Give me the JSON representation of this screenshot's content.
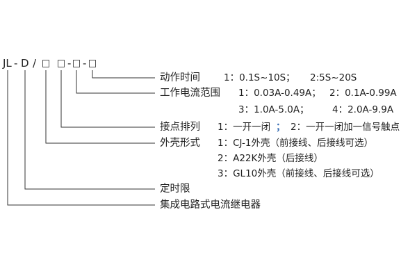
{
  "model_code": {
    "series": "JL",
    "dash_1": "-",
    "type": "D",
    "slash": "/",
    "dash_2": "-",
    "dash_3": "-"
  },
  "fields": {
    "action_time": {
      "label": "动作时间",
      "options": [
        "1：0.1S~10S；",
        "2:5S~20S"
      ]
    },
    "working_current_range": {
      "label": "工作电流范围",
      "options": [
        "1：0.03A-0.49A；",
        "2：0.1A-0.99A",
        "3：1.0A-5.0A；",
        "4：2.0A-9.9A"
      ]
    },
    "contact_arrangement": {
      "label": "接点排列",
      "options": [
        "1：一开一闭",
        "2：一开一闭加一信号触点"
      ],
      "separator": "；"
    },
    "housing_type": {
      "label": "外壳形式",
      "options": [
        "1：CJ-1外壳（前接线、后接线可选）",
        "2：A22K外壳（后接线）",
        "3：GL10外壳（前接线、后接线可选）"
      ]
    },
    "definite_time": {
      "label": "定时限"
    },
    "relay_type": {
      "label": "集成电路式电流继电器"
    }
  },
  "colors": {
    "text": "#222222",
    "line": "#333333",
    "accent": "#3a6fb5"
  }
}
